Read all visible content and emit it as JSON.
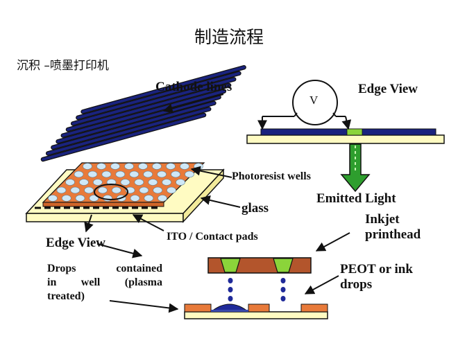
{
  "title": "制造流程",
  "subtitle": "沉积 –喷墨打印机",
  "labels": {
    "cathode_lines": "Cathode lines",
    "edge_view_top": "Edge View",
    "voltmeter": "V",
    "photoresist_wells": "Photoresist wells",
    "emitted_light": "Emitted Light",
    "glass": "glass",
    "inkjet_line1": "Inkjet",
    "inkjet_line2": "printhead",
    "edge_view_bottom": "Edge View",
    "ito_pads": "ITO / Contact pads",
    "peot_line1": "PEOT or ink",
    "peot_line2": "drops",
    "drops_line1a": "Drops",
    "drops_line1b": "contained",
    "drops_line2a": "in",
    "drops_line2b": "well",
    "drops_line2c": "(plasma",
    "drops_line3": "treated)"
  },
  "colors": {
    "cathode_line": "#1a237e",
    "photoresist": "#e87a3a",
    "glass": "#fffbc2",
    "well_dot": "#cfe8f7",
    "printhead": "#b3552c",
    "nozzle": "#8bd43a",
    "ink_drop": "#1f2a99",
    "emitted_light": "#2e9e2e"
  }
}
